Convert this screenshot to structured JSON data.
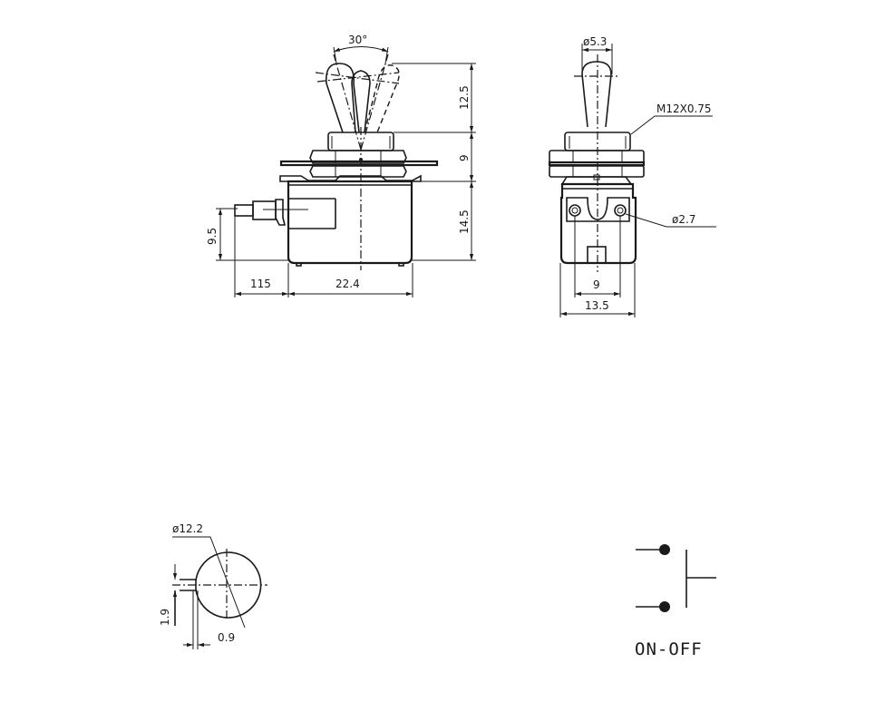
{
  "drawing": {
    "title": "Toggle switch dimensional drawing",
    "side_view": {
      "angle_label": "30°",
      "lever_height": "12.5",
      "bushing_height": "9",
      "body_height": "14.5",
      "terminal_height": "9.5",
      "terminal_length": "115",
      "body_width": "22.4"
    },
    "front_view": {
      "lever_diameter": "ø5.3",
      "thread_spec": "M12X0.75",
      "terminal_hole_diameter": "ø2.7",
      "terminal_spacing": "9",
      "body_width": "13.5"
    },
    "panel_cutout": {
      "diameter": "ø12.2",
      "key_height": "1.9",
      "key_width": "0.9"
    },
    "schematic": {
      "label": "ON-OFF"
    }
  }
}
